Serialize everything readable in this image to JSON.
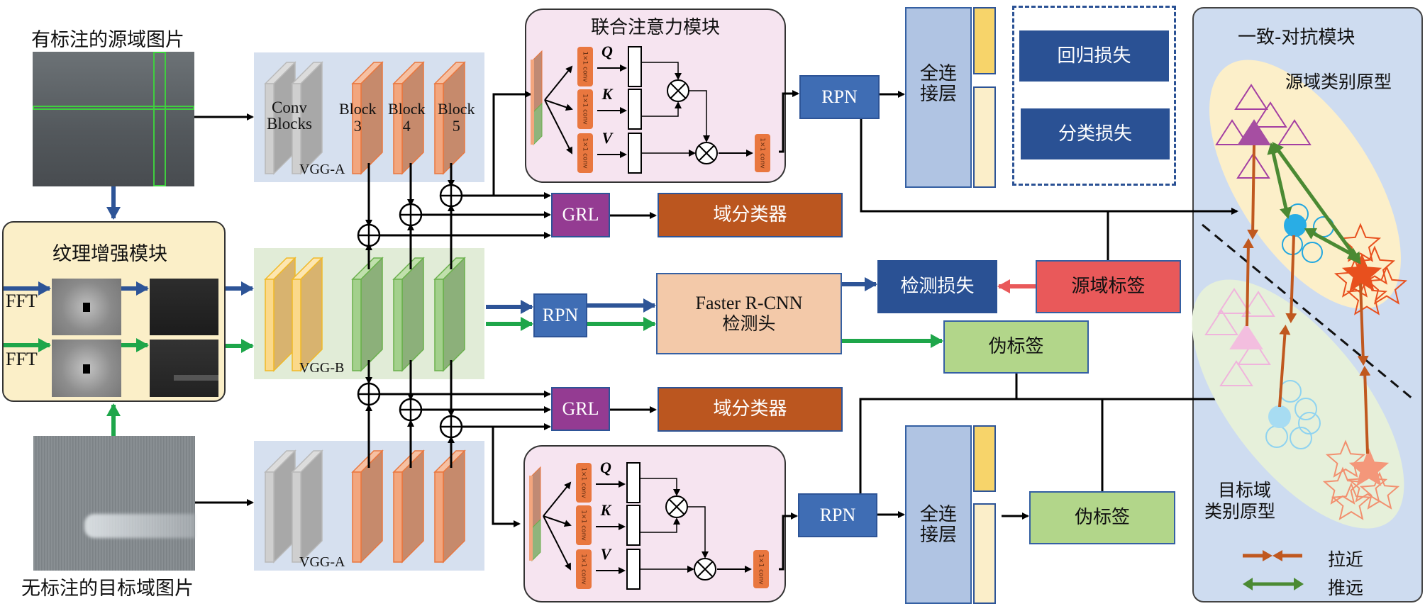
{
  "inputs": {
    "source_image_label": "有标注的源域图片",
    "target_image_label": "无标注的目标域图片"
  },
  "texture_module": {
    "title": "纹理增强模块",
    "fft_labels": [
      "FFT",
      "FFT"
    ]
  },
  "backbones": {
    "vgg_a_top": {
      "name": "VGG-A",
      "conv_blocks_label": "Conv\nBlocks",
      "blocks": [
        {
          "label": "Block",
          "num": "3"
        },
        {
          "label": "Block",
          "num": "4"
        },
        {
          "label": "Block",
          "num": "5"
        }
      ]
    },
    "vgg_b": {
      "name": "VGG-B"
    },
    "vgg_a_bottom": {
      "name": "VGG-A"
    }
  },
  "attention_module": {
    "title": "联合注意力模块",
    "conv_label": "1×1 conv",
    "branches": [
      "Q",
      "K",
      "V"
    ]
  },
  "nodes": {
    "rpn": "RPN",
    "grl": "GRL",
    "domain_classifier": "域分类器",
    "fc_layer": "全连\n接层",
    "regression_loss": "回归损失",
    "classification_loss": "分类损失",
    "faster_rcnn_line1": "Faster R-CNN",
    "faster_rcnn_line2": "检测头",
    "detection_loss": "检测损失",
    "source_labels": "源域标签",
    "pseudo_labels": "伪标签"
  },
  "consistency_module": {
    "title": "一致-对抗模块",
    "source_prototype_label": "源域类别原型",
    "target_prototype_label_1": "目标域",
    "target_prototype_label_2": "类别原型",
    "legend": [
      {
        "label": "拉近",
        "color": "#c0581f"
      },
      {
        "label": "推远",
        "color": "#4b8a33"
      }
    ]
  },
  "colors": {
    "source_flow": "#2d5497",
    "target_flow": "#1ea64a",
    "pull": "#c0581f",
    "push": "#4b8a33",
    "source_label_arrow": "#e9595a"
  }
}
